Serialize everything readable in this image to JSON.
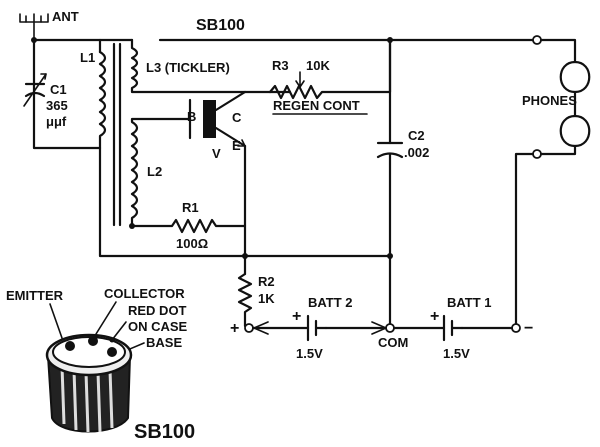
{
  "title": "SB100",
  "labels": {
    "ant": "ANT",
    "l1": "L1",
    "l2": "L2",
    "l3": "L3 (TICKLER)",
    "c1_name": "C1",
    "c1_value": "365",
    "c1_unit": "μμf",
    "r3": "R3",
    "r3_value": "10K",
    "regen": "REGEN CONT",
    "b": "B",
    "c": "C",
    "e": "E",
    "v": "V",
    "c2_name": "C2",
    "c2_value": ".002",
    "phones": "PHONES",
    "r1": "R1",
    "r1_value": "100Ω",
    "r2": "R2",
    "r2_value": "1K",
    "batt2": "BATT 2",
    "batt1": "BATT 1",
    "batt2_v": "1.5V",
    "batt1_v": "1.5V",
    "com": "COM",
    "plus_left": "+",
    "minus_right": "−",
    "plus_b2": "+",
    "plus_b1": "+",
    "emitter": "EMITTER",
    "collector": "COLLECTOR",
    "red_dot_1": "RED DOT",
    "red_dot_2": "ON CASE",
    "base": "BASE",
    "bottom_title": "SB100"
  }
}
